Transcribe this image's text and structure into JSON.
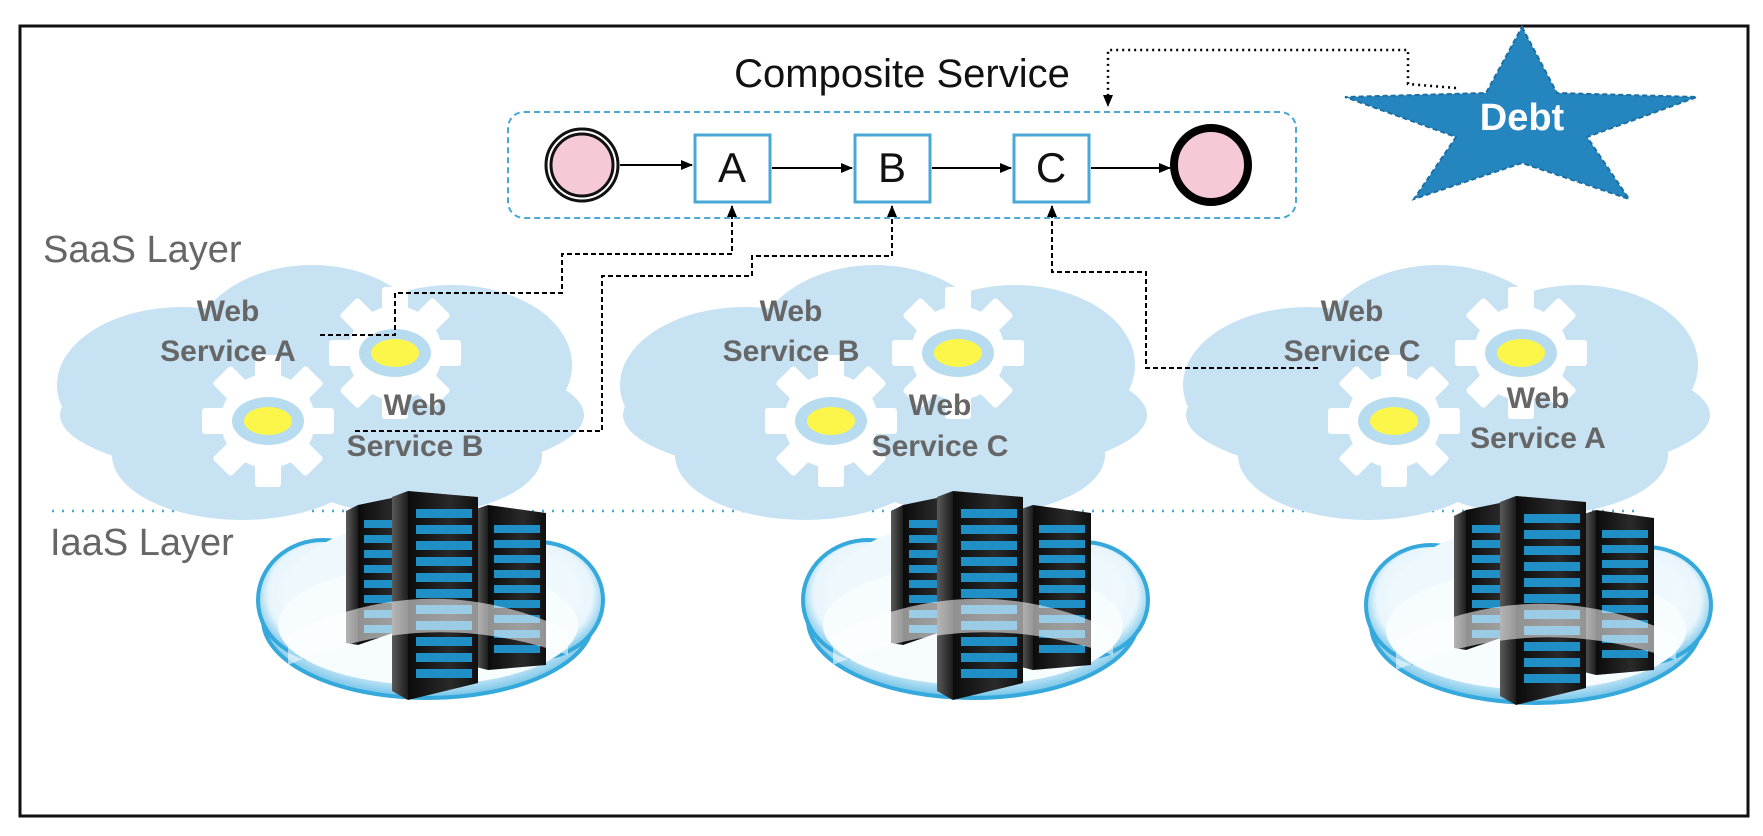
{
  "composite": {
    "title": "Composite Service",
    "tasks": [
      "A",
      "B",
      "C"
    ]
  },
  "debt": {
    "label": "Debt"
  },
  "layers": {
    "saas": "SaaS Layer",
    "iaas": "IaaS Layer"
  },
  "clouds": [
    {
      "top": [
        "Web",
        "Service A"
      ],
      "bottom": [
        "Web",
        "Service B"
      ]
    },
    {
      "top": [
        "Web",
        "Service B"
      ],
      "bottom": [
        "Web",
        "Service C"
      ]
    },
    {
      "top": [
        "Web",
        "Service C"
      ],
      "bottom": [
        "Web",
        "Service A"
      ]
    }
  ],
  "colors": {
    "cloud": "#c6e2f3",
    "star": "#2585bf",
    "task_border": "#4aa7d6",
    "event_fill": "#f6c9d6",
    "group_border": "#4aa7d6",
    "gear": "#ffffff",
    "gear_hub": "#b7dcf0",
    "gear_center": "#fdf64a",
    "label_gray": "#666666"
  }
}
